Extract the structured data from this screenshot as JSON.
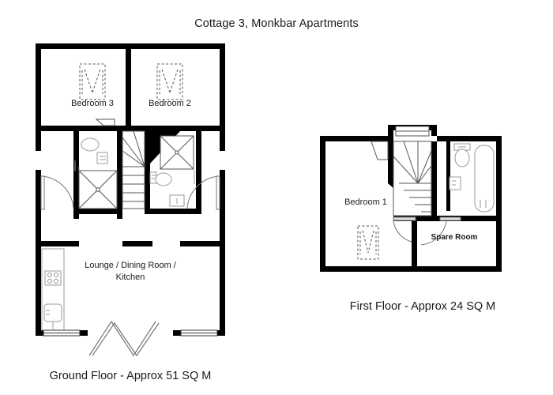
{
  "title": "Cottage 3, Monkbar Apartments",
  "colors": {
    "wall": "#000000",
    "background": "#ffffff",
    "fixture_stroke": "#9a9a9a",
    "text": "#1a1a1a"
  },
  "floors": [
    {
      "id": "ground",
      "caption": "Ground Floor - Approx 51 SQ M",
      "rooms": [
        {
          "name": "bedroom-3",
          "label": "Bedroom 3",
          "bold": false
        },
        {
          "name": "bedroom-2",
          "label": "Bedroom 2",
          "bold": false
        },
        {
          "name": "lounge-dining-kitchen",
          "label_line1": "Lounge / Dining Room /",
          "label_line2": "Kitchen",
          "bold": false
        }
      ],
      "fixtures": [
        "bed-double-bedroom-3",
        "bed-double-bedroom-2",
        "wash-basin-left-bathroom",
        "toilet-left-bathroom",
        "shower-tray-left-bathroom",
        "shower-tray-right-bathroom",
        "toilet-right-bathroom",
        "wash-basin-right-bathroom",
        "kitchen-counter",
        "hob-four-burner",
        "kitchen-sink",
        "staircase-winder"
      ],
      "openings": [
        "window-bottom-left",
        "window-bottom-right",
        "french-doors-bottom-centre",
        "door-left-bathroom",
        "door-right-bathroom",
        "door-landing"
      ]
    },
    {
      "id": "first",
      "caption": "First Floor - Approx 24 SQ M",
      "rooms": [
        {
          "name": "bedroom-1",
          "label": "Bedroom 1",
          "bold": false
        },
        {
          "name": "spare-room",
          "label": "Spare Room",
          "bold": true
        }
      ],
      "fixtures": [
        "bed-double-bedroom-1",
        "toilet-bathroom",
        "wash-basin-bathroom",
        "bath-tub",
        "staircase-winder"
      ],
      "openings": [
        "door-bedroom-1",
        "door-spare-room",
        "door-bathroom",
        "door-stair-landing"
      ]
    }
  ]
}
